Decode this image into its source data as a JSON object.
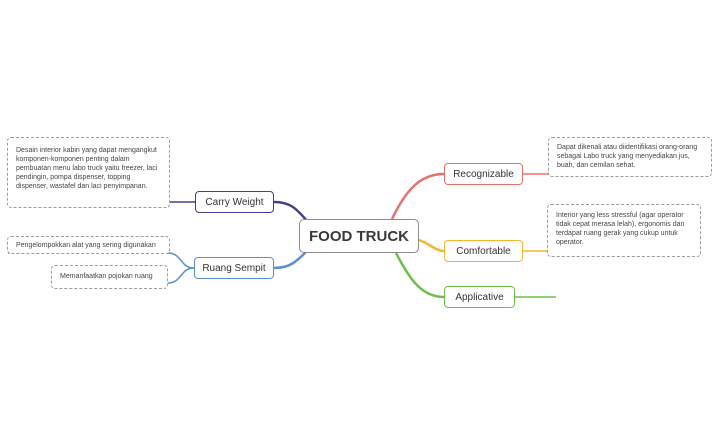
{
  "central": {
    "label": "FOOD TRUCK"
  },
  "branches": {
    "carry_weight": {
      "label": "Carry Weight",
      "color": "#4b3b8f",
      "note": "Desain interior kabin yang dapat mengangkut komponen-komponen penting dalam pembuatan menu labo truck yaitu freezer, laci pendingin, pompa dispenser, topping dispenser, wastafel dan laci penyimpanan."
    },
    "ruang_sempit": {
      "label": "Ruang Sempit",
      "color": "#5b8fd0",
      "notes": [
        "Pengelompokkan alat yang sering digunakan",
        "Memanfaatkan pojokan ruang"
      ]
    },
    "recognizable": {
      "label": "Recognizable",
      "color": "#e5736a",
      "note": "Dapat dikenali atau diidentifikasi orang-orang sebagai Labo truck yang menyediakan jus, buah, dan cemilan sehat."
    },
    "comfortable": {
      "label": "Comfortable",
      "color": "#f3b52a",
      "note": "Interior yang less stressful (agar operator tidak cepat merasa lelah), ergonomis dan terdapat ruang gerak yang cukup untuk operator."
    },
    "applicative": {
      "label": "Applicative",
      "color": "#6cc04a"
    }
  }
}
